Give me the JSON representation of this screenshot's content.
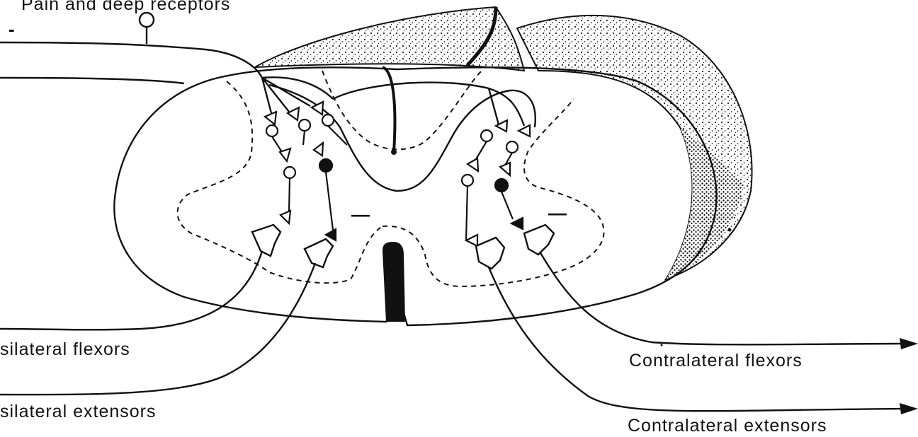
{
  "labels": {
    "top": "Pain and deep receptors",
    "ipsilateral_flexors": "silateral flexors",
    "ipsilateral_extensors": "silateral extensors",
    "contralateral_flexors": "Contralateral flexors",
    "contralateral_extensors": "Contralateral extensors"
  },
  "signs": {
    "top_left": "-",
    "middle": "—",
    "right": "—"
  },
  "colors": {
    "ink": "#111111",
    "background": "#ffffff"
  }
}
